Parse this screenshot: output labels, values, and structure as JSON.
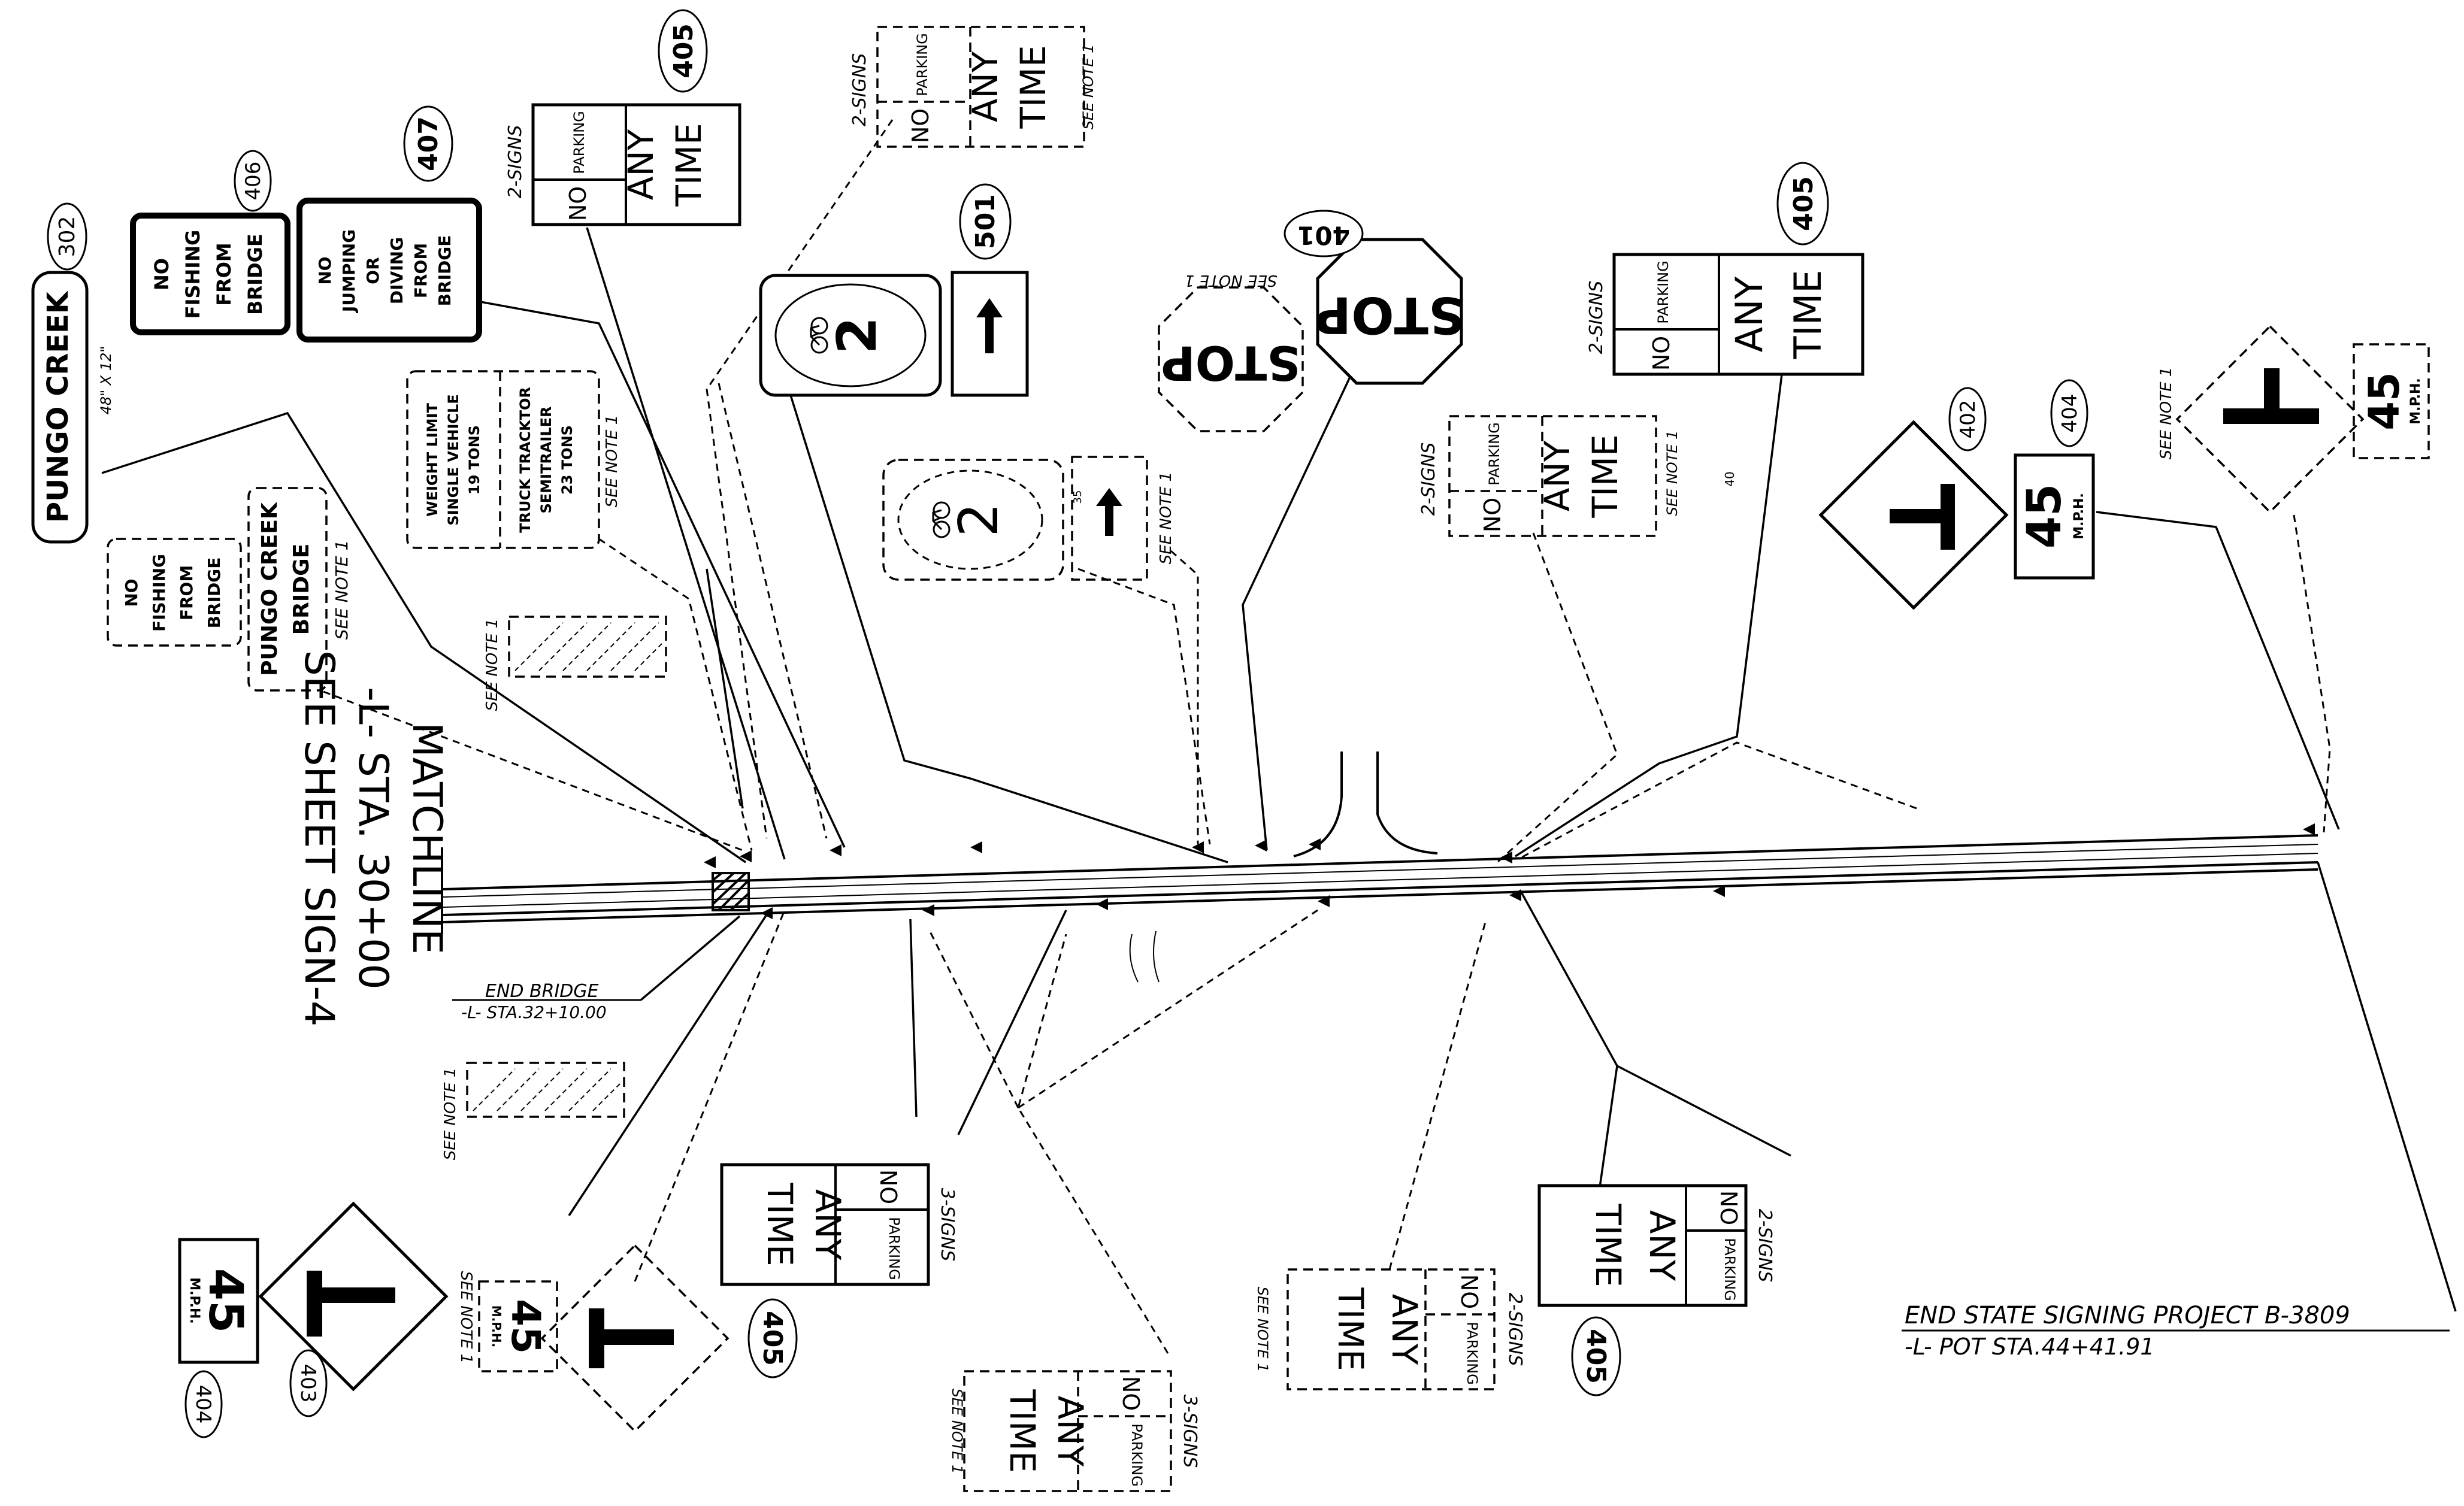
{
  "matchline": {
    "line1": "MATCHLINE",
    "line2": "-L- STA. 30+00",
    "line3": "SEE SHEET SIGN-4"
  },
  "end_bridge": {
    "line1": "END BRIDGE",
    "line2": "-L- STA.32+10.00"
  },
  "end_project": {
    "line1": "END STATE SIGNING PROJECT B-3809",
    "line2": "-L- POT STA.44+41.91"
  },
  "signs": {
    "pungo_creek_302": {
      "id": "302",
      "text": "PUNGO CREEK",
      "size": "48\" X 12\""
    },
    "no_fishing_406": {
      "id": "406",
      "lines": [
        "NO",
        "FISHING",
        "FROM",
        "BRIDGE"
      ]
    },
    "no_jumping_407": {
      "id": "407",
      "lines": [
        "NO",
        "JUMPING",
        "OR",
        "DIVING",
        "FROM",
        "BRIDGE"
      ]
    },
    "no_parking_top_405": {
      "id": "405",
      "count": "2-SIGNS",
      "no": "NO",
      "parking": "PARKING",
      "any": "ANY",
      "time": "TIME"
    },
    "no_parking_top_dashed": {
      "count": "2-SIGNS",
      "no": "NO",
      "parking": "PARKING",
      "any": "ANY",
      "time": "TIME",
      "note": "SEE NOTE 1"
    },
    "bike_route_501": {
      "id": "501",
      "route": "2"
    },
    "bike_route_dashed": {
      "route": "2",
      "small": "35",
      "note": "SEE NOTE 1"
    },
    "stop_dashed": {
      "text": "STOP",
      "note": "SEE NOTE 1"
    },
    "stop_401": {
      "id": "401",
      "text": "STOP"
    },
    "weight_limit": {
      "lines1": [
        "WEIGHT LIMIT",
        "SINGLE VEHICLE",
        "19 TONS"
      ],
      "lines2": [
        "TRUCK TRACKTOR",
        "SEMITRAILER",
        "23 TONS"
      ],
      "note": "SEE NOTE 1"
    },
    "no_fishing_dashed": {
      "lines": [
        "NO",
        "FISHING",
        "FROM",
        "BRIDGE"
      ]
    },
    "pungo_bridge_dashed": {
      "lines": [
        "PUNGO CREEK",
        "BRIDGE"
      ],
      "note": "SEE NOTE 1"
    },
    "no_parking_mid_dashed": {
      "count": "2-SIGNS",
      "no": "NO",
      "parking": "PARKING",
      "any": "ANY",
      "time": "TIME",
      "note": "SEE NOTE 1"
    },
    "no_parking_right_405": {
      "id": "405",
      "count": "2-SIGNS",
      "no": "NO",
      "parking": "PARKING",
      "any": "ANY",
      "time": "TIME"
    },
    "mark_40": "40",
    "t_int_402": {
      "id": "402"
    },
    "speed_404_top": {
      "id": "404",
      "value": "45",
      "unit": "M.P.H."
    },
    "t_int_dashed_right": {
      "note": "SEE NOTE 1"
    },
    "speed_dashed_right": {
      "value": "45",
      "unit": "M.P.H."
    },
    "speed_404_bottom": {
      "id": "404",
      "value": "45",
      "unit": "M.P.H."
    },
    "t_int_403": {
      "id": "403"
    },
    "speed_dashed_bottom": {
      "value": "45",
      "unit": "M.P.H.",
      "note": "SEE NOTE 1"
    },
    "no_parking_3_405": {
      "id": "405",
      "count": "3-SIGNS",
      "no": "NO",
      "parking": "PARKING",
      "any": "ANY",
      "time": "TIME"
    },
    "no_parking_3_dashed": {
      "count": "3-SIGNS",
      "no": "NO",
      "parking": "PARKING",
      "any": "ANY",
      "time": "TIME",
      "note": "SEE NOTE 1"
    },
    "no_parking_2_dashed_bottom": {
      "count": "2-SIGNS",
      "no": "NO",
      "parking": "PARKING",
      "any": "ANY",
      "time": "TIME",
      "note": "SEE NOTE 1"
    },
    "no_parking_2_405_bottom": {
      "id": "405",
      "count": "2-SIGNS",
      "no": "NO",
      "parking": "PARKING",
      "any": "ANY",
      "time": "TIME"
    }
  },
  "notes": {
    "hatch_top": "SEE NOTE 1",
    "hatch_bottom": "SEE NOTE 1"
  }
}
